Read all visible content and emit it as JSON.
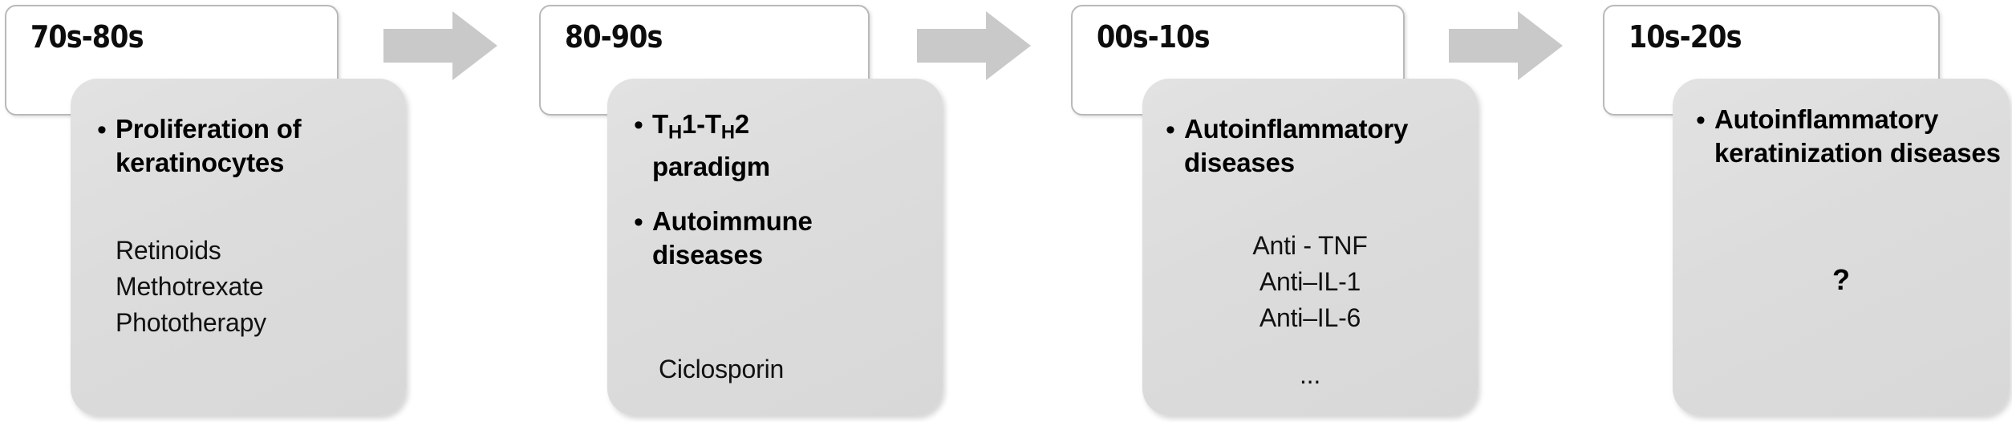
{
  "diagram": {
    "title": "Evolution of psoriasis / keratinization disease concepts and therapies by decade",
    "type": "timeline-flow",
    "colors": {
      "card_fill": "#dedede",
      "card_border": "#d0d0d0",
      "header_fill": "#ffffff",
      "header_border": "#b9b9b9",
      "arrow_fill": "#c9c9c9",
      "text": "#000000"
    },
    "arrow_icon_name": "right-arrow-icon",
    "arrow_count": 3,
    "stages": [
      {
        "id": "stage-1",
        "era": "70s-80s",
        "bullets": [
          {
            "text": "Proliferation of keratinocytes",
            "has_subscript": false
          }
        ],
        "plain_items": [
          "Retinoids",
          "Methotrexate",
          "Phototherapy"
        ],
        "footer": "",
        "question": ""
      },
      {
        "id": "stage-2",
        "era": "80-90s",
        "bullets": [
          {
            "text": "TH1-TH2 paradigm",
            "has_subscript": true,
            "line1_parts": [
              "T",
              "H",
              "1-T",
              "H",
              "2"
            ],
            "line2": "paradigm"
          },
          {
            "text": "Autoimmune diseases",
            "has_subscript": false
          }
        ],
        "plain_items": [],
        "footer": "Ciclosporin",
        "question": ""
      },
      {
        "id": "stage-3",
        "era": "00s-10s",
        "bullets": [
          {
            "text": "Autoinflammatory diseases",
            "has_subscript": false
          }
        ],
        "plain_items": [
          "Anti - TNF",
          "Anti–IL-1",
          "Anti–IL-6",
          "..."
        ],
        "footer": "",
        "question": ""
      },
      {
        "id": "stage-4",
        "era": "10s-20s",
        "bullets": [
          {
            "text": "Autoinflammatory keratinization diseases",
            "has_subscript": false
          }
        ],
        "plain_items": [],
        "footer": "",
        "question": "?"
      }
    ]
  }
}
